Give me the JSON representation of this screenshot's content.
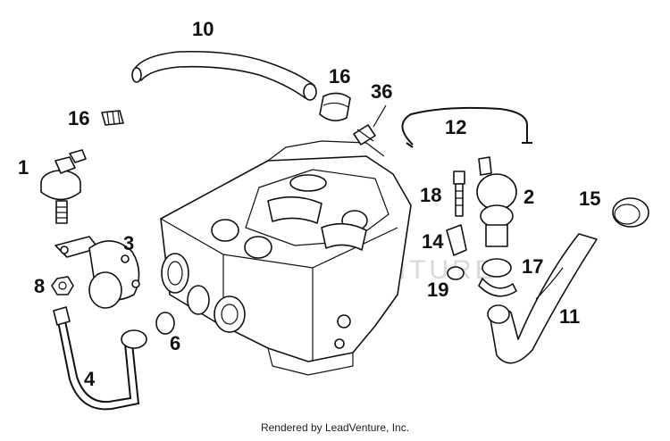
{
  "diagram": {
    "footer": "Rendered by LeadVenture, Inc.",
    "watermark_text": "LEADVENTURE",
    "callouts": {
      "c1": "1",
      "c2": "2",
      "c3": "3",
      "c4": "4",
      "c6": "6",
      "c8": "8",
      "c10": "10",
      "c11": "11",
      "c12": "12",
      "c14": "14",
      "c15": "15",
      "c16a": "16",
      "c16b": "16",
      "c17": "17",
      "c18": "18",
      "c19": "19",
      "c36": "36"
    }
  }
}
